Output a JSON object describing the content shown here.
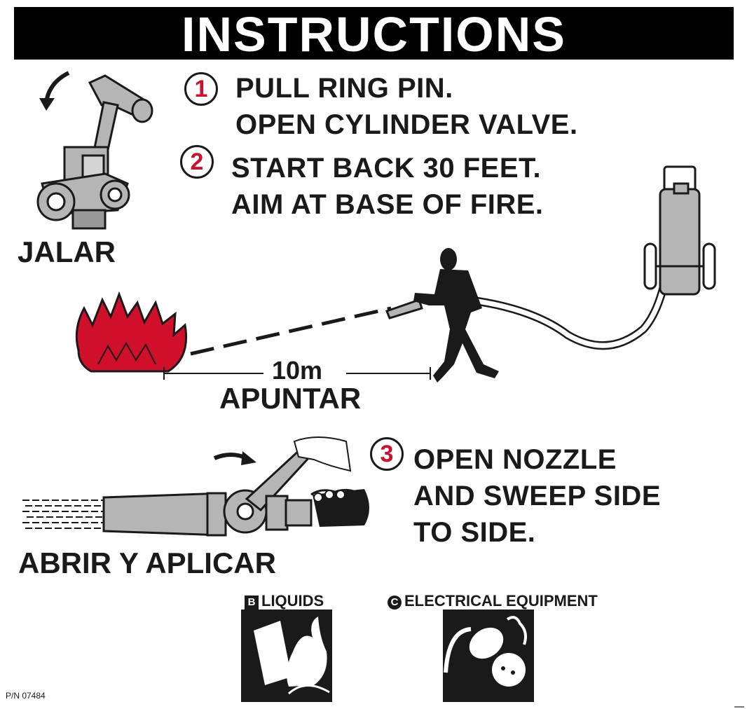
{
  "header": {
    "title": "INSTRUCTIONS"
  },
  "steps": [
    {
      "number": "1",
      "lines": [
        "PULL RING PIN.",
        "OPEN CYLINDER VALVE."
      ]
    },
    {
      "number": "2",
      "lines": [
        "START BACK 30 FEET.",
        "AIM AT BASE OF FIRE."
      ]
    },
    {
      "number": "3",
      "lines": [
        "OPEN NOZZLE",
        "AND SWEEP SIDE",
        "TO SIDE."
      ]
    }
  ],
  "spanish_labels": {
    "pull": "JALAR",
    "aim": "APUNTAR",
    "open_apply": "ABRIR Y APLICAR"
  },
  "distance": "10m",
  "fire_classes": [
    {
      "letter": "B",
      "label": "LIQUIDS",
      "icon": "liquids-fire-icon"
    },
    {
      "letter": "C",
      "label": "ELECTRICAL EQUIPMENT",
      "icon": "electrical-fire-icon"
    }
  ],
  "part_number": "P/N 07484",
  "colors": {
    "header_bg": "#000000",
    "accent_red": "#d0102a",
    "metal_gray": "#b5b5b5"
  }
}
